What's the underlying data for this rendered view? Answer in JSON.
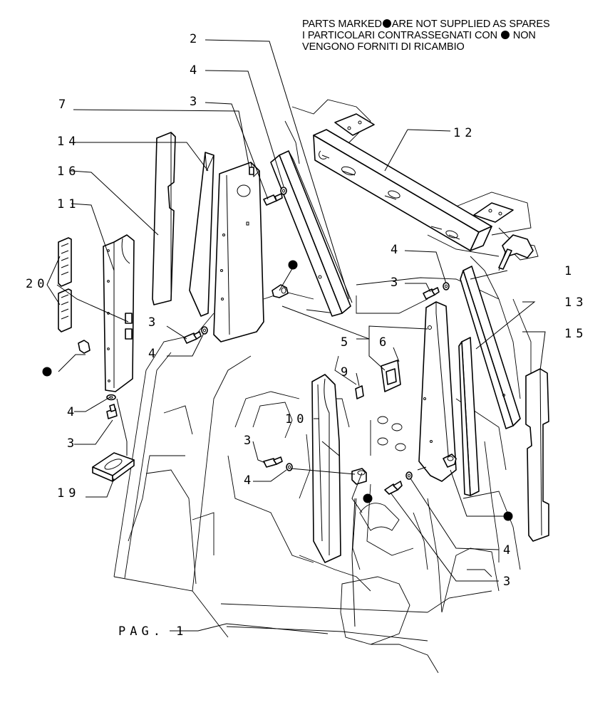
{
  "notice": {
    "line1_before": "PARTS MARKED",
    "line1_after": "ARE NOT SUPPLIED AS SPARES",
    "line2_before": "I PARTICOLARI CONTRASSEGNATI CON",
    "line2_after": "NON",
    "line3": "VENGONO FORNITI DI RICAMBIO"
  },
  "callouts": {
    "c2": "2",
    "c4_top": "4",
    "c7": "7",
    "c3_top": "3",
    "c14": "14",
    "c12": "12",
    "c16": "16",
    "c11": "11",
    "c20": "20",
    "c4_right": "4",
    "c1": "1",
    "c3_right": "3",
    "c13": "13",
    "c15": "15",
    "c3_mid": "3",
    "c4_mid": "4",
    "c5": "5",
    "c6": "6",
    "c9": "9",
    "c4_left": "4",
    "c3_left": "3",
    "c10": "10",
    "c3_lower": "3",
    "c4_lower": "4",
    "c19": "19",
    "c4_bottom": "4",
    "c3_bottom": "3",
    "page_ref": "PAG. 1"
  }
}
